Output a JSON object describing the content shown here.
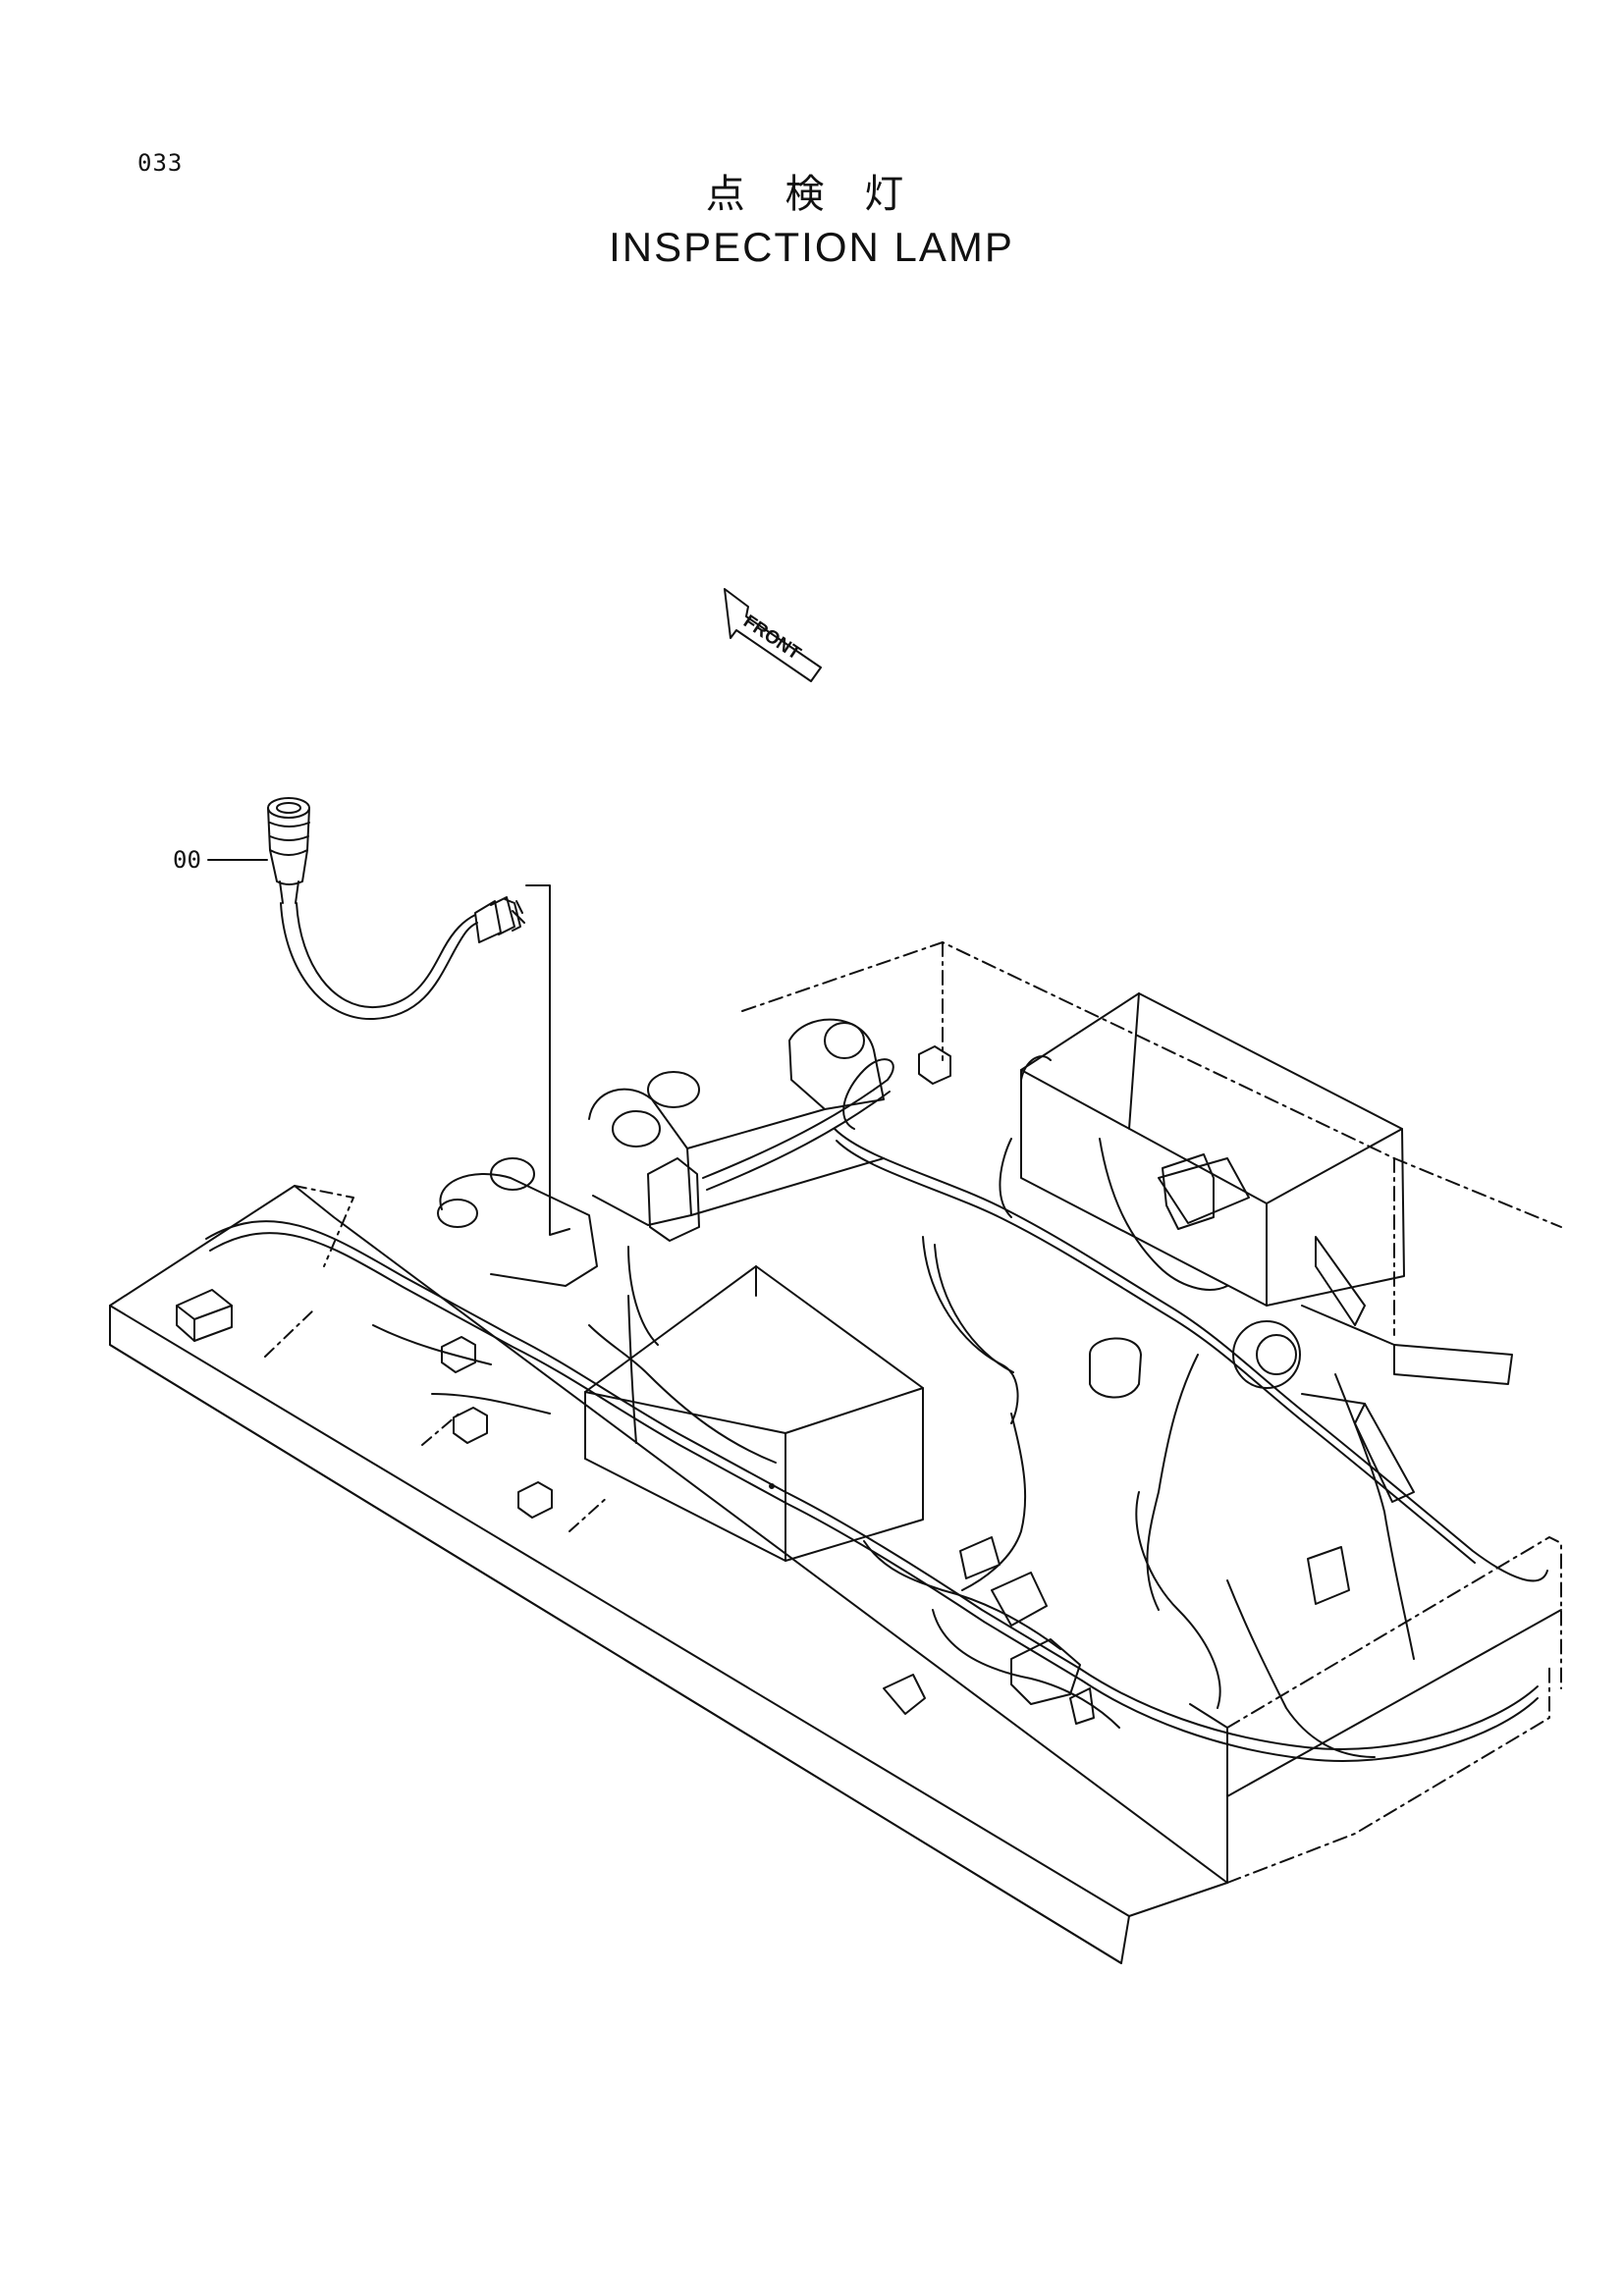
{
  "page": {
    "number": "033"
  },
  "title": {
    "japanese": "点 検 灯",
    "english": "INSPECTION  LAMP"
  },
  "front_arrow": {
    "label": "FRONT"
  },
  "callouts": [
    {
      "label": "00"
    }
  ]
}
